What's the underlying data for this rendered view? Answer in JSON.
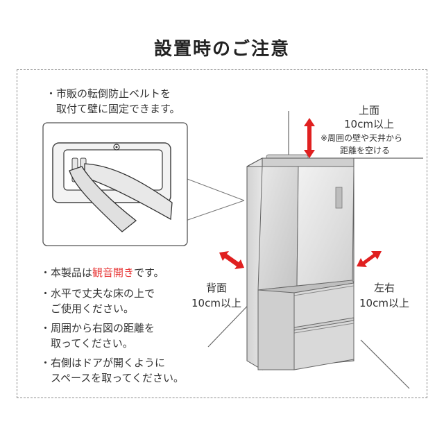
{
  "title": "設置時のご注意",
  "belt_note": {
    "line1": "・市販の転倒防止ベルトを",
    "line2": "　取付て壁に固定できます。"
  },
  "notes": [
    {
      "prefix": "・本製品は",
      "highlight": "観音開き",
      "suffix": "です。"
    },
    {
      "line1": "・水平で丈夫な床の上で",
      "line2": "　ご使用ください。"
    },
    {
      "line1": "・周囲から右図の距離を",
      "line2": "　取ってください。"
    },
    {
      "line1": "・右側はドアが開くように",
      "line2": "　スペースを取ってください。"
    }
  ],
  "clearance": {
    "top": {
      "label": "上面",
      "value": "10cm以上",
      "note1": "※周囲の壁や天井から",
      "note2": "距離を空ける"
    },
    "back": {
      "label": "背面",
      "value": "10cm以上"
    },
    "side": {
      "label": "左右",
      "value": "10cm以上"
    }
  },
  "colors": {
    "accent": "#e83a3a",
    "arrow_red": "#e02020",
    "border": "#8a8a8a"
  }
}
